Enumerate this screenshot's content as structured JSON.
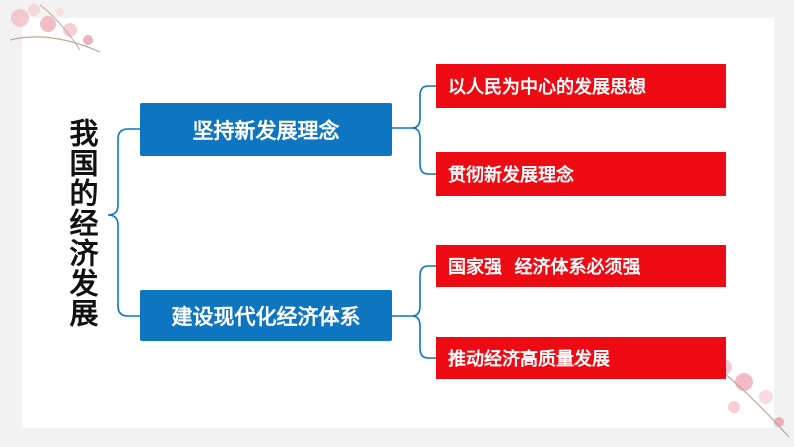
{
  "title": "我国的经济发展",
  "branches": [
    {
      "label": "坚持新发展理念",
      "items": [
        "以人民为中心的发展思想",
        "贯彻新发展理念"
      ]
    },
    {
      "label": "建设现代化经济体系",
      "items": [
        "国家强  经济体系必须强",
        "推动经济高质量发展"
      ]
    }
  ],
  "colors": {
    "branch_box": "#0e76c0",
    "leaf_box": "#ee0a12",
    "connector": "#0e76c0"
  }
}
